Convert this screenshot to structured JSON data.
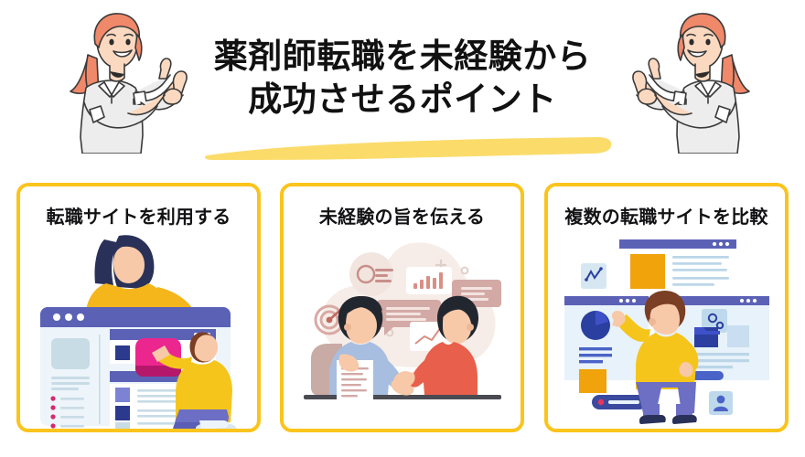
{
  "page": {
    "background_color": "#ffffff",
    "accent_yellow": "#FBC41C",
    "brush_yellow": "#FBDC6B",
    "title_color": "#111112"
  },
  "header": {
    "title_lines": [
      "薬剤師転職を未経験から",
      "成功させるポイント"
    ],
    "underline": "yellow-brush-stroke",
    "illustration_left": {
      "name": "woman-pointing-right",
      "hair_color": "#F0886A",
      "shirt_color": "#EDEDED",
      "skin_color": "#FBD9C0"
    },
    "illustration_right": {
      "name": "woman-pointing-left",
      "hair_color": "#F0886A",
      "shirt_color": "#EDEDED",
      "skin_color": "#FBD9C0"
    }
  },
  "cards": [
    {
      "id": "card-1",
      "title": "転職サイトを利用する",
      "illustration": "browser-window-with-woman-and-man-holding-pink-box",
      "colors": {
        "browser_bar": "#5B62B6",
        "panel": "#EDF4FA",
        "accent_box": "#EC268F",
        "shirt_yellow": "#F5B61C",
        "pants_purple": "#6C6FC4",
        "hair_dark": "#2A3158",
        "bullet_pink": "#D6296B"
      }
    },
    {
      "id": "card-2",
      "title": "未経験の旨を伝える",
      "illustration": "two-people-interview-with-charts-and-speech-bubbles",
      "colors": {
        "blob": "#F7EDE8",
        "left_person_shirt": "#A8BEE0",
        "right_person_shirt": "#E8604B",
        "hair_dark": "#22272F",
        "bubble": "#D3A9A6",
        "chart_bar": "#D98F84",
        "chair": "#C9ABA5",
        "desk": "#4A4A52"
      }
    },
    {
      "id": "card-3",
      "title": "複数の転職サイトを比較",
      "illustration": "man-comparing-multiple-browser-windows",
      "colors": {
        "browser_bar": "#5B62B6",
        "panel": "#E8F2FA",
        "accent_orange": "#F0A30A",
        "shirt_yellow": "#F5C51C",
        "pants_purple": "#6C6FC4",
        "hair_brown": "#7A3F24",
        "pie_navy": "#2B3FA0",
        "icon_tile": "#BFD9EC"
      }
    }
  ]
}
